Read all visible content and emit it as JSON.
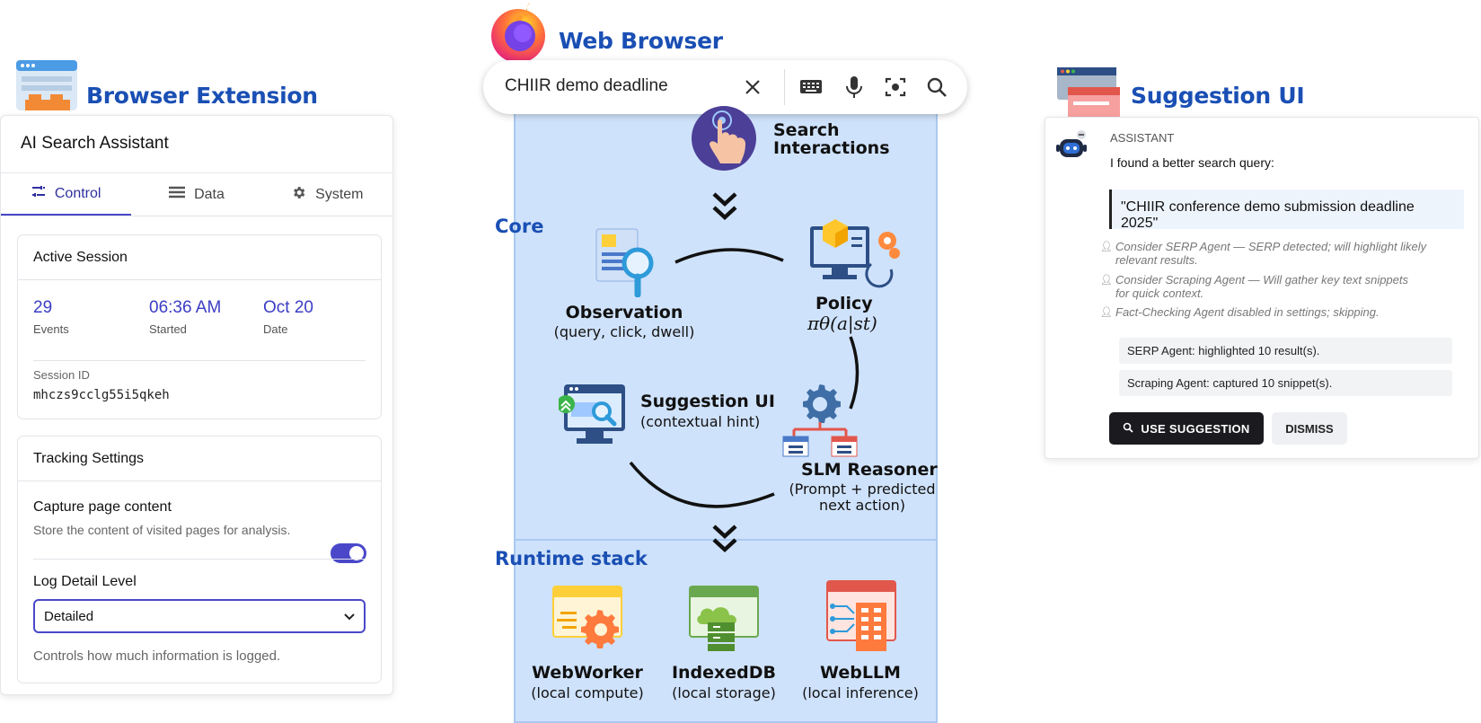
{
  "extension": {
    "section_title": "Browser Extension",
    "header_title": "AI Search Assistant",
    "tabs": [
      {
        "label": "Control",
        "icon": "control-icon",
        "active": true
      },
      {
        "label": "Data",
        "icon": "list-icon",
        "active": false
      },
      {
        "label": "System",
        "icon": "gear-icon",
        "active": false
      }
    ],
    "session": {
      "title": "Active Session",
      "stats": [
        {
          "value": "29",
          "label": "Events"
        },
        {
          "value": "06:36 AM",
          "label": "Started"
        },
        {
          "value": "Oct 20",
          "label": "Date"
        }
      ],
      "id_label": "Session ID",
      "id_value": "mhczs9cclg55i5qkeh"
    },
    "tracking": {
      "title": "Tracking Settings",
      "capture_label": "Capture page content",
      "capture_desc": "Store the content of visited pages for analysis.",
      "capture_enabled": true,
      "log_label": "Log Detail Level",
      "log_value": "Detailed",
      "log_help": "Controls how much information is logged."
    },
    "accent_color": "#4a48c9"
  },
  "browser": {
    "section_title": "Web Browser",
    "search_query": "CHIIR demo deadline",
    "icons": [
      "close-icon",
      "keyboard-icon",
      "mic-icon",
      "camera-icon",
      "search-icon"
    ]
  },
  "diagram": {
    "core_label": "Core",
    "runtime_label": "Runtime stack",
    "search_interactions": [
      "Search",
      "Interactions"
    ],
    "observation": {
      "title": "Observation",
      "sub": "(query, click, dwell)"
    },
    "policy": {
      "title": "Policy",
      "formula": "πθ(a|st)"
    },
    "suggestion": {
      "title": "Suggestion UI",
      "sub": "(contextual hint)"
    },
    "slm": {
      "title": "SLM Reasoner",
      "sub1": "(Prompt + predicted",
      "sub2": "next action)"
    },
    "runtime": [
      {
        "title": "WebWorker",
        "sub": "(local compute)"
      },
      {
        "title": "IndexedDB",
        "sub": "(local storage)"
      },
      {
        "title": "WebLLM",
        "sub": "(local inference)"
      }
    ],
    "background_color": "#cfe2fb"
  },
  "suggestion_ui": {
    "section_title": "Suggestion UI",
    "role": "ASSISTANT",
    "intro": "I found a better search query:",
    "quote": "\"CHIIR conference demo submission deadline 2025\"",
    "notes": [
      {
        "line1": "Consider SERP Agent — SERP detected; will highlight likely",
        "line2": "relevant results."
      },
      {
        "line1": "Consider Scraping Agent — Will gather key text snippets",
        "line2": "for quick context."
      },
      {
        "line1": "Fact-Checking Agent disabled in settings; skipping.",
        "line2": ""
      }
    ],
    "statuses": [
      "SERP Agent: highlighted 10 result(s).",
      "Scraping Agent: captured 10 snippet(s)."
    ],
    "use_button": "USE SUGGESTION",
    "dismiss_button": "DISMISS"
  }
}
